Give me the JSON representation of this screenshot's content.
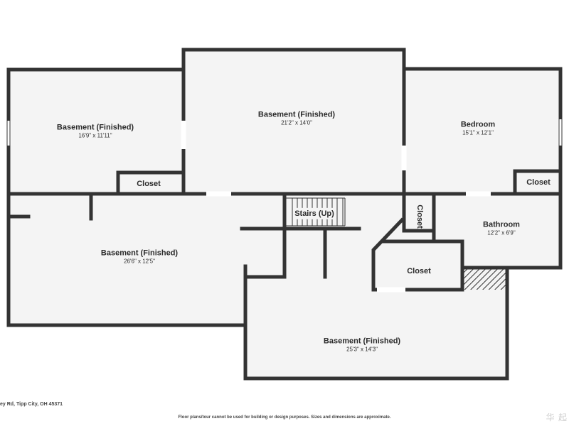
{
  "rooms": [
    {
      "key": "basement_nw",
      "name": "Basement (Finished)",
      "dims": "16'9\" x 11'11\""
    },
    {
      "key": "basement_n",
      "name": "Basement (Finished)",
      "dims": "21'2\" x 14'0\""
    },
    {
      "key": "bedroom",
      "name": "Bedroom",
      "dims": "15'1\" x 12'1\""
    },
    {
      "key": "basement_w",
      "name": "Basement (Finished)",
      "dims": "26'6\" x 12'5\""
    },
    {
      "key": "bathroom",
      "name": "Bathroom",
      "dims": "12'2\" x 6'9\""
    },
    {
      "key": "basement_s",
      "name": "Basement (Finished)",
      "dims": "25'3\" x 14'3\""
    }
  ],
  "closets": {
    "nw": "Closet",
    "ne": "Closet",
    "center_vertical": "Closet",
    "center": "Closet"
  },
  "stairs": "Stairs (Up)",
  "colors": {
    "wall": "#333333",
    "floor": "#f4f4f4",
    "window": "#ffffff"
  },
  "footer": {
    "address": "ey Rd, Tipp City, OH 45371",
    "disclaimer": "Floor plans/tour cannot be used for building or design purposes. Sizes and dimensions are approximate.",
    "brand_icon": "watermark-logo-icon",
    "brand_text": "华 起"
  }
}
